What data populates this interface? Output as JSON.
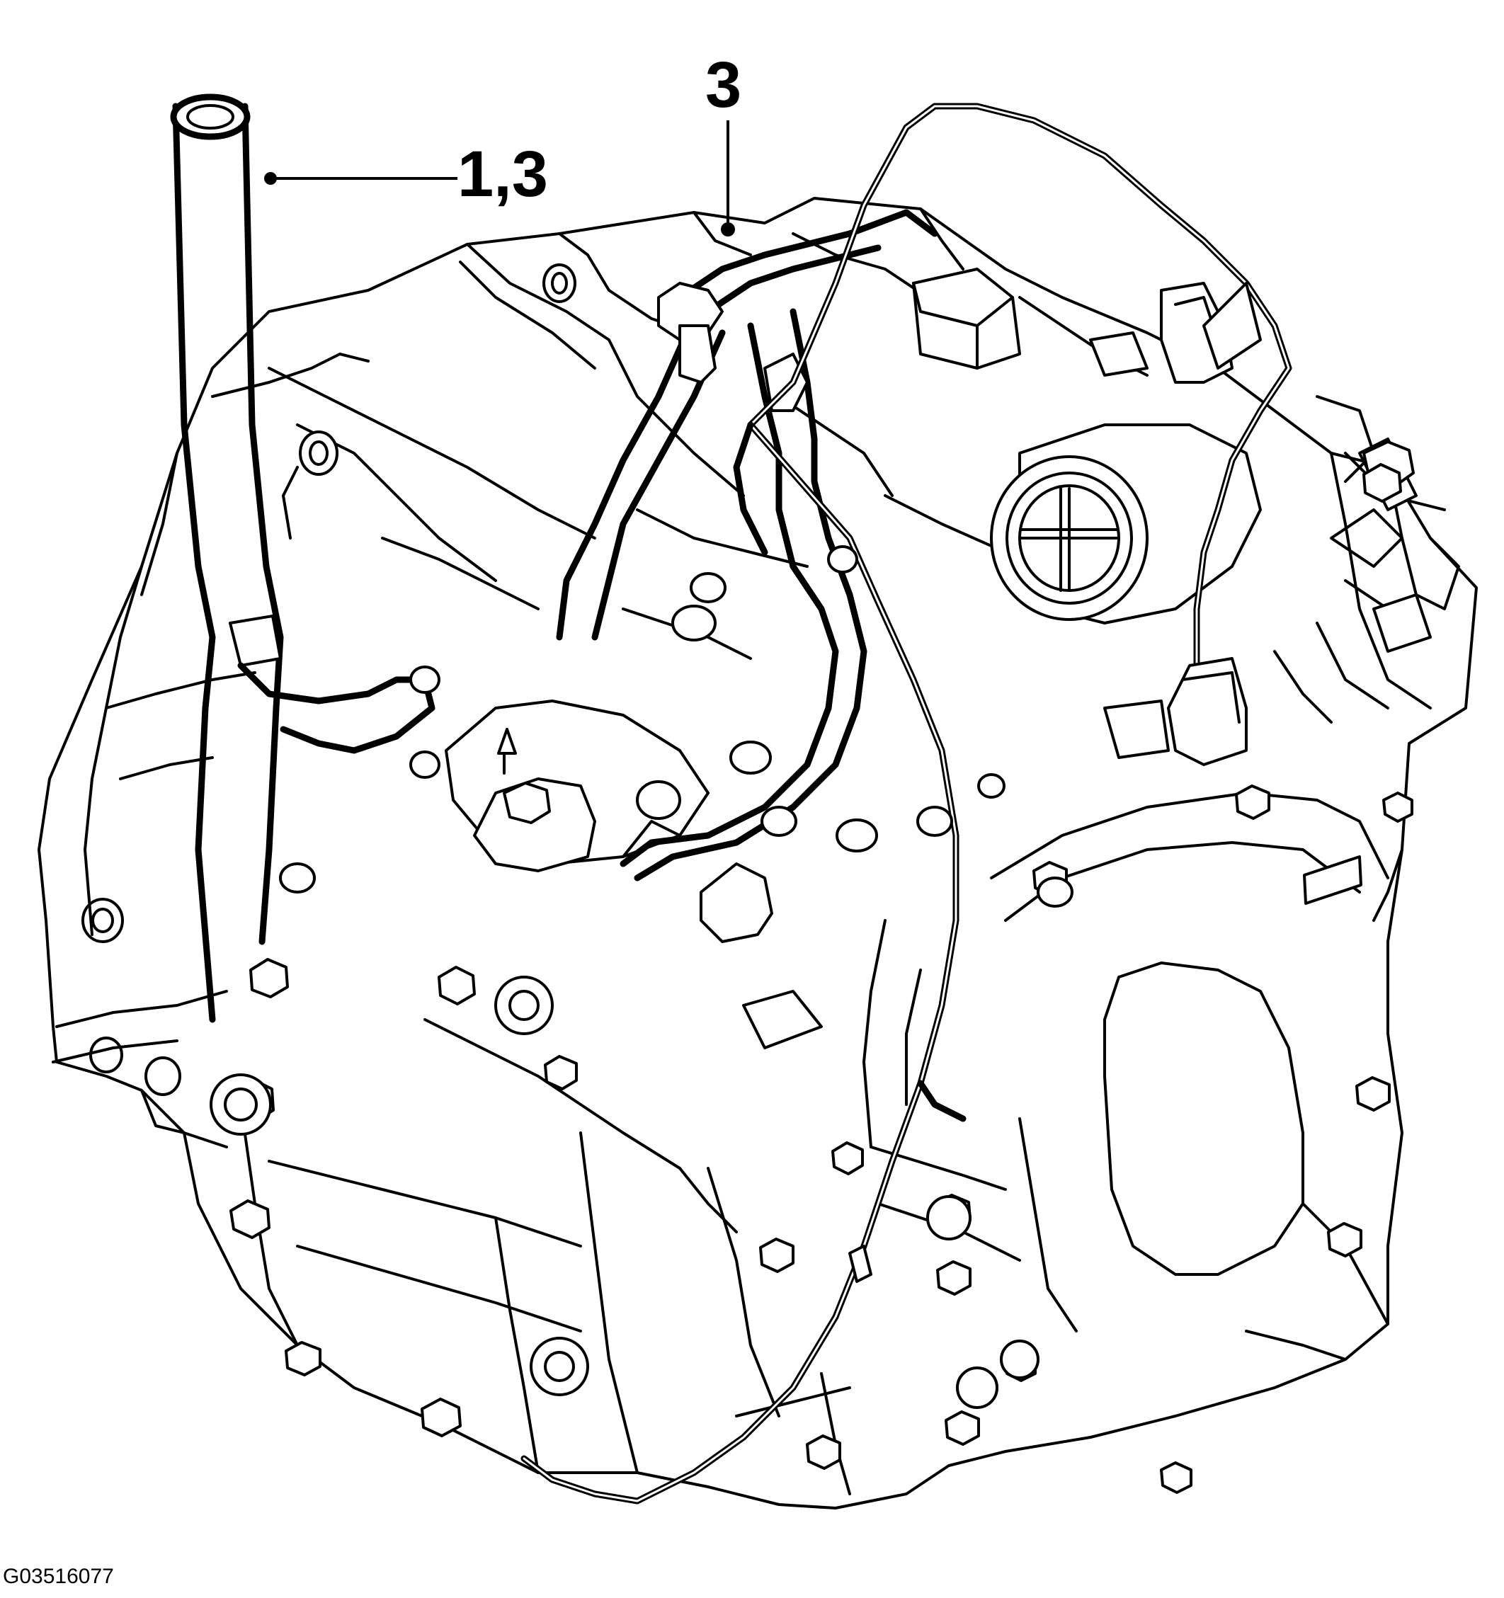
{
  "diagram": {
    "subject": "transmission-assembly",
    "callouts": [
      {
        "id": "callout-1-3",
        "label": "1,3"
      },
      {
        "id": "callout-3",
        "label": "3"
      }
    ],
    "figure_id": "G03516077"
  }
}
